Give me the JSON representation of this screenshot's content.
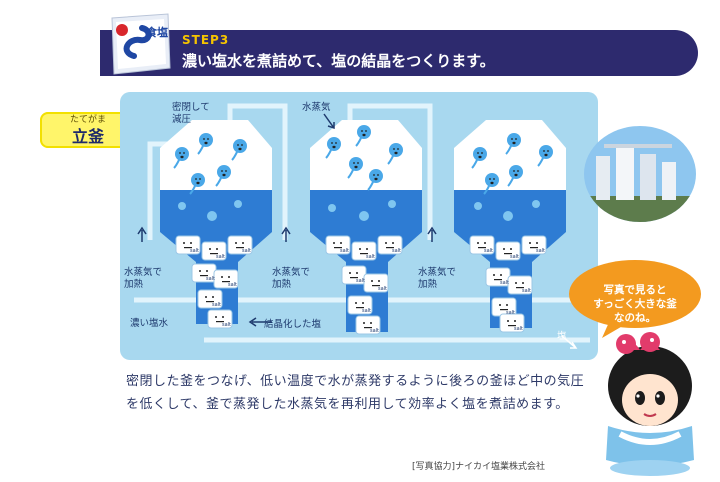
{
  "header": {
    "step": "STEP3",
    "headline": "濃い塩水を煮詰めて、塩の結晶をつくります。"
  },
  "tag": {
    "ruby": "たてがま",
    "title": "立釜"
  },
  "package": {
    "icon": "salt-package-icon",
    "label": "食塩"
  },
  "diagram": {
    "labels": {
      "sealed": "密閉して",
      "depressurized": "減圧",
      "vapor": "水蒸気",
      "heat_1a": "水蒸気で",
      "heat_1b": "加熱",
      "heat_2a": "水蒸気で",
      "heat_2b": "加熱",
      "heat_3a": "水蒸気で",
      "heat_3b": "加熱",
      "brine": "濃い塩水",
      "crystal": "結晶化した塩",
      "salt": "塩",
      "crystal_text": "salt"
    },
    "colors": {
      "frame": "#a8d8ef",
      "water": "#2e7cd3",
      "tank": "#ffffff",
      "pipe": "#c4e6f6"
    }
  },
  "body_text": "密閉した釜をつなげ、低い温度で水が蒸発するように後ろの釜ほど中の気圧を低くして、釜で蒸発した水蒸気を再利用して効率よく塩を煮詰めます。",
  "credit": "[写真協力]ナイカイ塩業株式会社",
  "bubble": {
    "line1": "写真で見ると",
    "line2": "すっごく大きな釜",
    "line3": "なのね。",
    "color": "#f39a1f"
  }
}
